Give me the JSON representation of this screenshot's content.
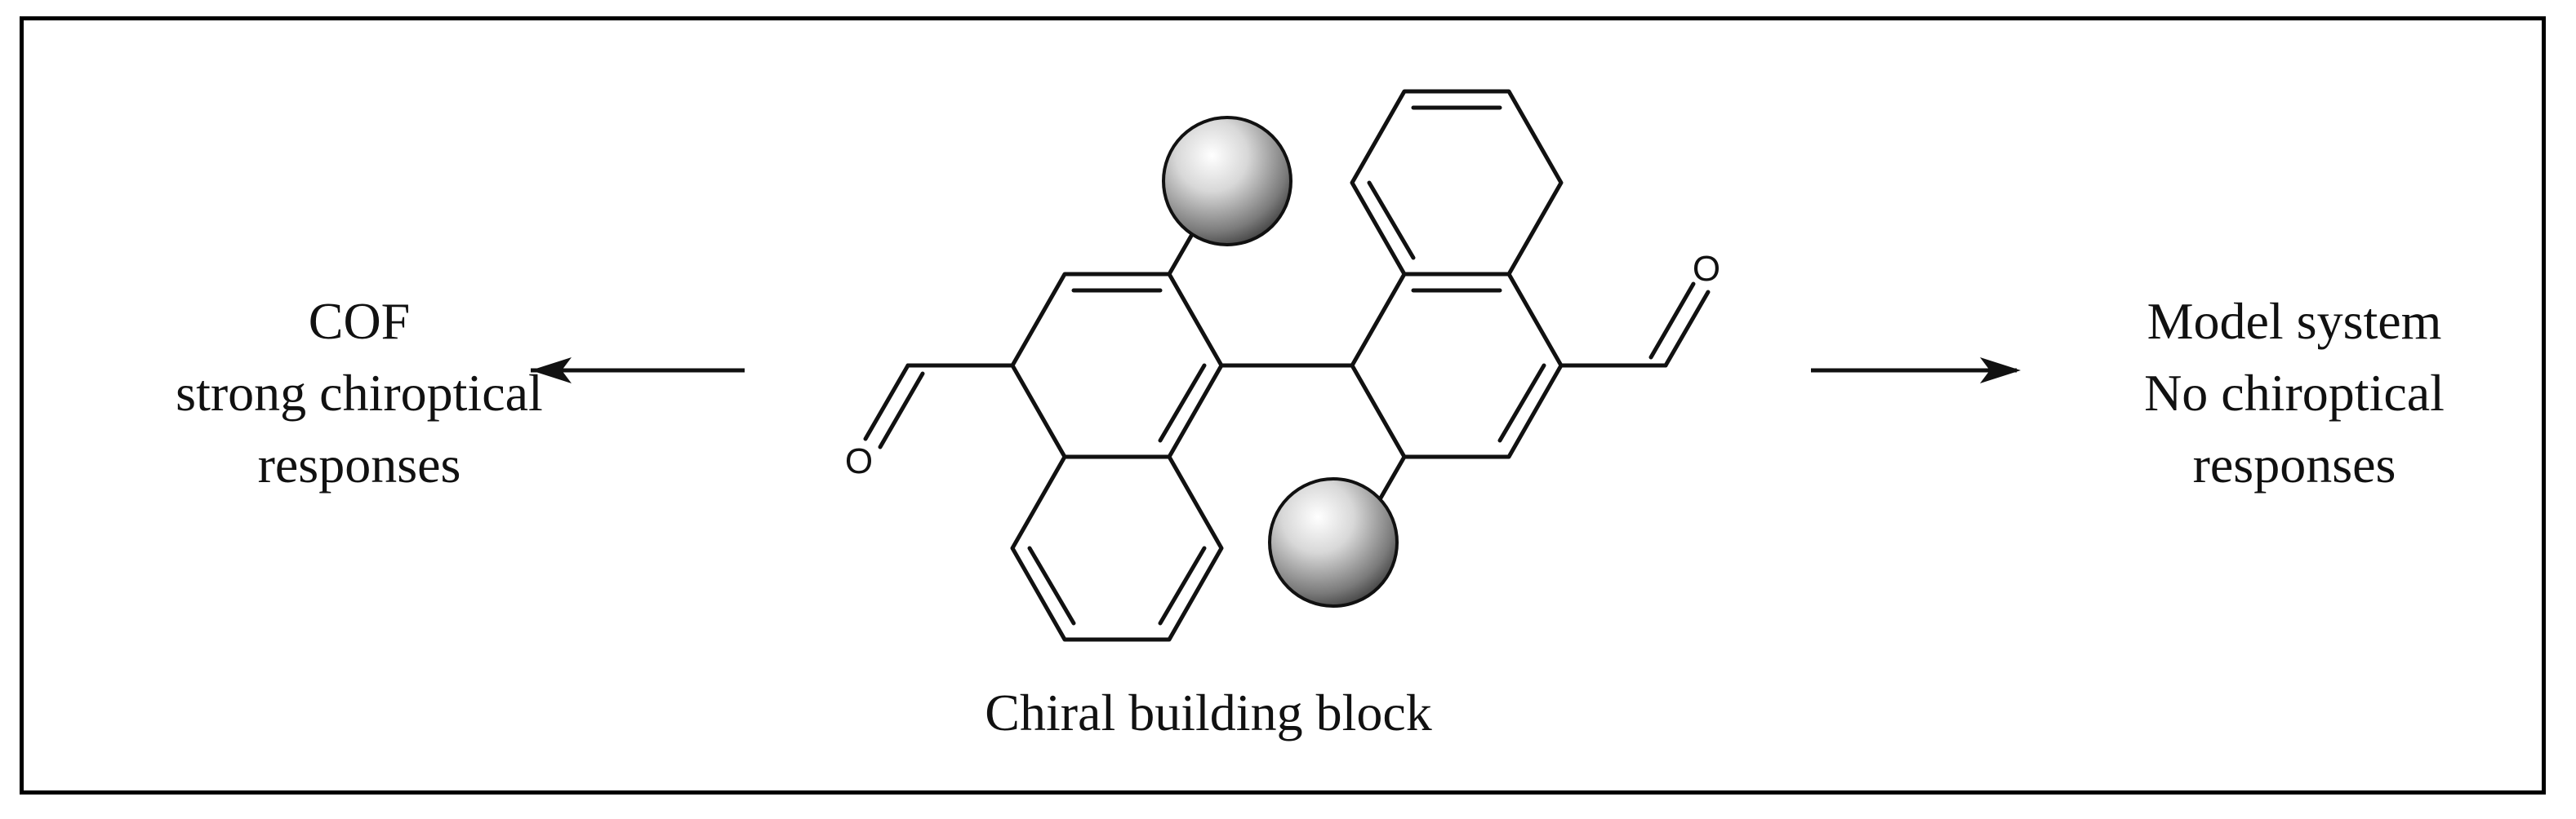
{
  "left_label": {
    "lines": [
      "COF",
      "strong chiroptical",
      "responses"
    ]
  },
  "right_label": {
    "lines": [
      "Model system",
      "No chiroptical",
      "responses"
    ]
  },
  "caption": "Chiral building block",
  "atoms": {
    "oxygen_left": "O",
    "oxygen_right": "O"
  },
  "colors": {
    "line": "#111111",
    "frame": "#000000",
    "sphere_light": "#ffffff",
    "sphere_dark": "#222222"
  }
}
